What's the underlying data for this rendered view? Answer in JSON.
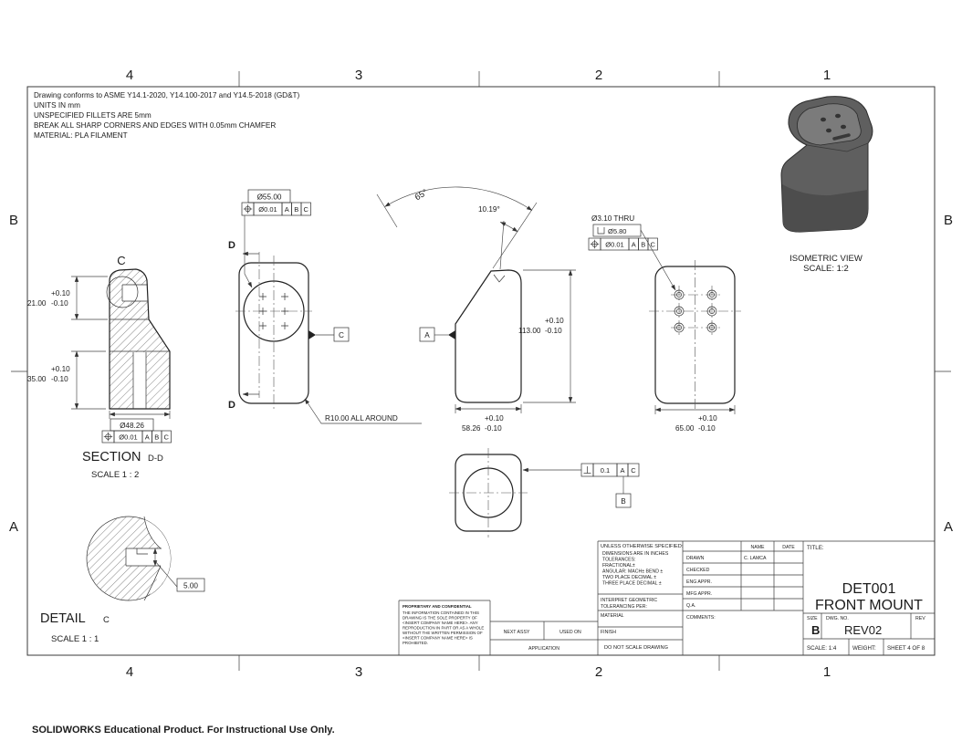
{
  "sheet": {
    "footer": "SOLIDWORKS Educational Product. For Instructional Use Only."
  },
  "zones": {
    "cols": [
      "4",
      "3",
      "2",
      "1"
    ],
    "rows": [
      "B",
      "A"
    ]
  },
  "notes": [
    "Drawing conforms to ASME Y14.1-2020, Y14.100-2017 and Y14.5-2018 (GD&T)",
    "UNITS IN mm",
    "UNSPECIFIED FILLETS ARE 5mm",
    "BREAK ALL SHARP CORNERS AND EDGES WITH 0.05mm CHAMFER",
    "MATERIAL: PLA FILAMENT"
  ],
  "views": {
    "section_dd": {
      "detail_label": "C",
      "dim_21": {
        "value": "21.00",
        "plus": "+0.10",
        "minus": "-0.10"
      },
      "dim_35": {
        "value": "35.00",
        "plus": "+0.10",
        "minus": "-0.10"
      },
      "dim_diameter": "Ø48.26",
      "fcf": {
        "symbol": "position",
        "tolerance": "Ø0.01",
        "datum1": "A",
        "datum2": "B",
        "datum3": "C"
      },
      "title": "SECTION",
      "title_suffix": "D-D",
      "scale": "SCALE 1 : 2"
    },
    "front": {
      "dim_diameter": "Ø55.00",
      "fcf": {
        "symbol": "position",
        "tolerance": "Ø0.01",
        "datum1": "A",
        "datum2": "B",
        "datum3": "C"
      },
      "cut_label": "D",
      "datum": "C",
      "radius_note": "R10.00 ALL AROUND"
    },
    "side": {
      "angle_main": "65°",
      "angle_small": "10.19°",
      "dim_height": {
        "value": "113.00",
        "plus": "+0.10",
        "minus": "-0.10"
      },
      "dim_width": {
        "value": "58.26",
        "plus": "+0.10",
        "minus": "-0.10"
      },
      "datum": "A"
    },
    "back": {
      "hole_note_line1": "Ø3.10 THRU",
      "hole_note_symbol": "counterbore",
      "hole_note_line2": "Ø5.80",
      "fcf": {
        "symbol": "position",
        "tolerance": "Ø0.01",
        "datum1": "A",
        "datum2": "B",
        "datum3": "C"
      },
      "dim_width": {
        "value": "65.00",
        "plus": "+0.10",
        "minus": "-0.10"
      }
    },
    "bottom_view": {
      "fcf": {
        "symbol": "perpendicularity",
        "tolerance": "0.1",
        "datum1": "A",
        "datum2": "C"
      },
      "datum": "B"
    },
    "detail_c": {
      "title": "DETAIL",
      "title_suffix": "C",
      "scale": "SCALE 1 : 1",
      "dim_basic": "5.00"
    },
    "isometric": {
      "title": "ISOMETRIC VIEW",
      "scale": "SCALE: 1:2"
    }
  },
  "title_block": {
    "tolerance_block": [
      "UNLESS OTHERWISE SPECIFIED:",
      "DIMENSIONS ARE IN INCHES",
      "TOLERANCES:",
      "FRACTIONAL±",
      "ANGULAR: MACH±   BEND ±",
      "TWO PLACE DECIMAL    ±",
      "THREE PLACE DECIMAL  ±"
    ],
    "interpret_line1": "INTERPRET GEOMETRIC",
    "interpret_line2": "TOLERANCING PER:",
    "material_label": "MATERIAL",
    "finish_label": "FINISH",
    "do_not_scale": "DO NOT SCALE DRAWING",
    "name_header": "NAME",
    "date_header": "DATE",
    "rows": [
      {
        "label": "DRAWN",
        "name": "C. LAMCA"
      },
      {
        "label": "CHECKED",
        "name": ""
      },
      {
        "label": "ENG APPR.",
        "name": ""
      },
      {
        "label": "MFG APPR.",
        "name": ""
      },
      {
        "label": "Q.A.",
        "name": ""
      }
    ],
    "comments_label": "COMMENTS:",
    "title_label": "TITLE:",
    "title_line1": "DET001",
    "title_line2": "FRONT MOUNT",
    "size_label": "SIZE",
    "size_value": "B",
    "dwg_no_label": "DWG.  NO.",
    "dwg_no_value": "REV02",
    "rev_label": "REV",
    "scale": "SCALE: 1:4",
    "weight_label": "WEIGHT:",
    "sheet": "SHEET 4 OF 8",
    "proprietary_title": "PROPRIETARY AND CONFIDENTIAL",
    "proprietary_lines": [
      "THE INFORMATION CONTAINED IN THIS",
      "DRAWING IS THE SOLE PROPERTY OF",
      "<INSERT COMPANY NAME HERE>. ANY",
      "REPRODUCTION IN PART OR AS A WHOLE",
      "WITHOUT THE WRITTEN PERMISSION OF",
      "<INSERT COMPANY NAME HERE> IS",
      "PROHIBITED.",
      "NEXT ASSY",
      "USED ON",
      "APPLICATION"
    ]
  }
}
